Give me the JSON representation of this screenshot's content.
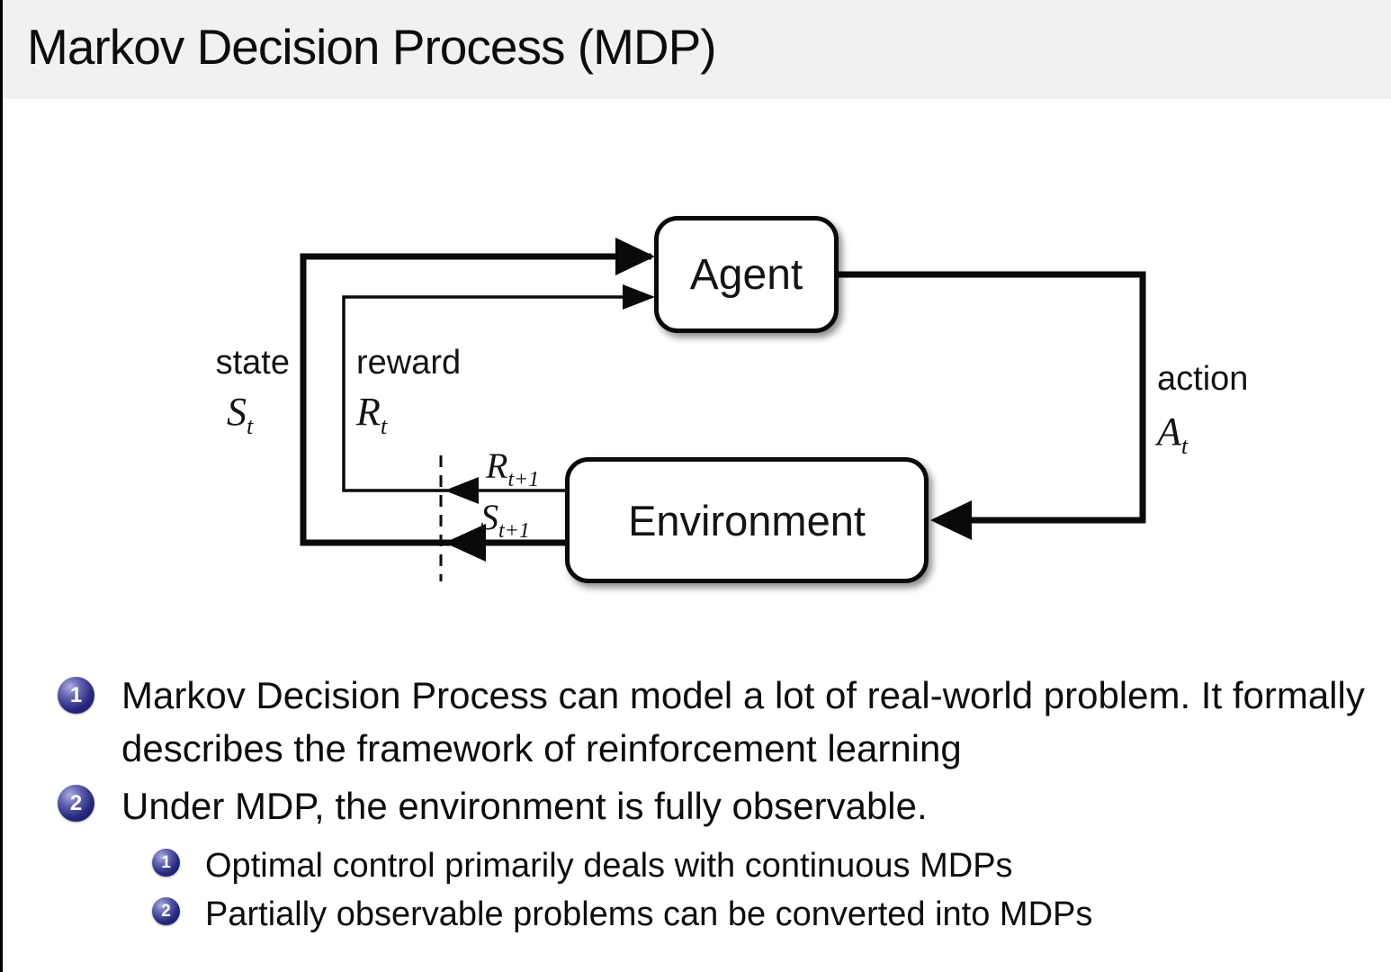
{
  "slide": {
    "title": "Markov Decision Process (MDP)"
  },
  "diagram": {
    "agent_label": "Agent",
    "environment_label": "Environment",
    "state": {
      "label": "state",
      "base": "S",
      "sub": "t"
    },
    "reward": {
      "label": "reward",
      "base": "R",
      "sub": "t"
    },
    "action": {
      "label": "action",
      "base": "A",
      "sub": "t"
    },
    "next_reward": {
      "base": "R",
      "sub": "t+1"
    },
    "next_state": {
      "base": "S",
      "sub": "t+1"
    }
  },
  "bullets": [
    {
      "number": "1",
      "text": "Markov Decision Process can model a lot of real-world problem. It formally describes the framework of reinforcement learning"
    },
    {
      "number": "2",
      "text": "Under MDP, the environment is fully observable."
    }
  ],
  "sub_bullets": [
    {
      "number": "1",
      "text": "Optimal control primarily deals with continuous MDPs"
    },
    {
      "number": "2",
      "text": "Partially observable problems can be converted into MDPs"
    }
  ],
  "colors": {
    "title_bar_bg": "#f1f1f2",
    "body_bg": "#ffffff",
    "text": "#0d0d0d",
    "diagram_line": "#0a0a0a",
    "bullet_ball_dark": "#15155a",
    "bullet_ball_mid": "#28287e",
    "bullet_ball_highlight": "#aeaedd",
    "bullet_number": "#ffffff"
  }
}
